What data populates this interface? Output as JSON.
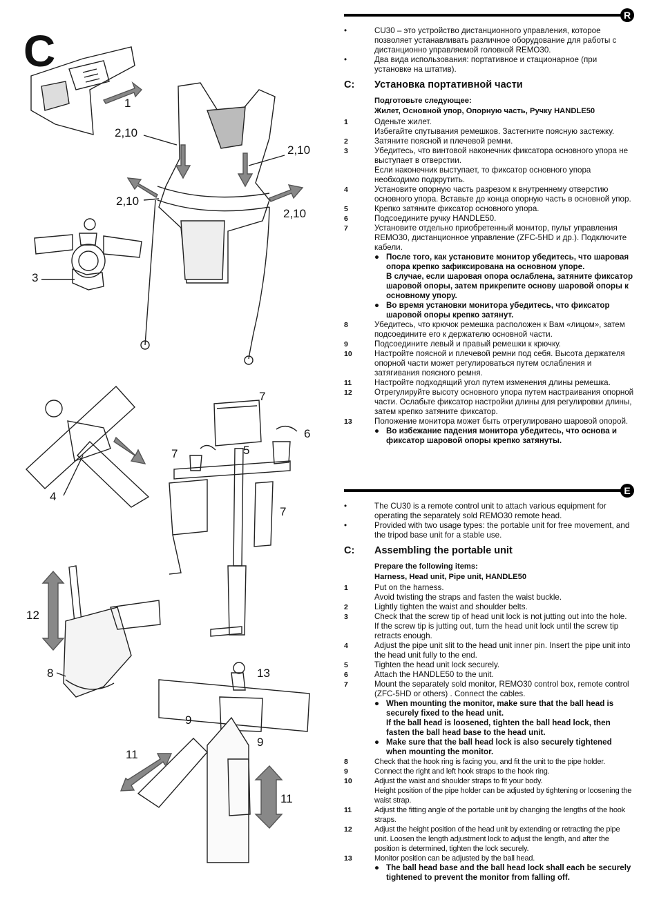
{
  "figure": {
    "letter": "C",
    "callouts": [
      "1",
      "2,10",
      "2,10",
      "2,10",
      "2,10",
      "3",
      "7",
      "6",
      "7",
      "5",
      "7",
      "4",
      "12",
      "8",
      "13",
      "9",
      "9",
      "11",
      "11"
    ]
  },
  "ru": {
    "badge": "R",
    "bullets": [
      "CU30 – это устройство дистанционного управления, которое позволяет устанавливать различное оборудование для работы с дистанционно управляемой головкой REMO30.",
      "Два вида использования: портативное и стационарное (при установке на штатив)."
    ],
    "section_label": "C:",
    "section_title": "Установка портативной части",
    "prep_title": "Подготовьте следующее:",
    "prep_items": "Жилет, Основной упор, Опорную часть, Ручку HANDLE50",
    "steps": [
      {
        "n": "1",
        "t": "Оденьте жилет.\nИзбегайте спутывания ремешков. Застегните поясную застежку."
      },
      {
        "n": "2",
        "t": "Затяните поясной и плечевой ремни."
      },
      {
        "n": "3",
        "t": "Убедитесь, что винтовой наконечник фиксатора основного упора не выступает в отверстии.\nЕсли наконечник выступает, то фиксатор основного упора необходимо подкрутить."
      },
      {
        "n": "4",
        "t": "Установите опорную часть разрезом к внутреннему отверстию основного упора. Вставьте до конца опорную часть в основной упор."
      },
      {
        "n": "5",
        "t": "Крепко затяните фиксатор основного упора."
      },
      {
        "n": "6",
        "t": "Подсоедините ручку HANDLE50."
      },
      {
        "n": "7",
        "t": "Установите отдельно приобретенный монитор, пульт управления REMO30, дистанционное управление (ZFC-5HD и др.). Подключите кабели."
      }
    ],
    "notes7": [
      "После того, как установите монитор убедитесь, что шаровая опора крепко зафиксирована на основном упоре.\nВ случае, если шаровая опора ослаблена, затяните фиксатор шаровой опоры, затем прикрепите основу шаровой опоры к основному упору.",
      "Во время установки монитора убедитесь, что фиксатор шаровой опоры крепко затянут."
    ],
    "steps2": [
      {
        "n": "8",
        "t": "Убедитесь, что крючок ремешка расположен к Вам «лицом», затем подсоедините его к держателю основной части."
      },
      {
        "n": "9",
        "t": "Подсоедините левый и правый ремешки к крючку."
      },
      {
        "n": "10",
        "t": "Настройте поясной и плечевой ремни под себя. Высота держателя опорной части может регулироваться путем ослабления и затягивания поясного ремня."
      },
      {
        "n": "11",
        "t": "Настройте подходящий угол путем изменения длины ремешка."
      },
      {
        "n": "12",
        "t": "Отрегулируйте высоту основного упора путем настраивания опорной части. Ослабьте фиксатор настройки длины для регулировки длины, затем крепко затяните фиксатор."
      },
      {
        "n": "13",
        "t": "Положение монитора может быть отрегулировано шаровой опорой."
      }
    ],
    "note13": "Во избежание падения монитора убедитесь, что основа и фиксатор шаровой опоры крепко затянуты."
  },
  "en": {
    "badge": "E",
    "bullets": [
      "The CU30 is a remote control unit to attach various equipment for operating the separately sold REMO30 remote head.",
      "Provided with two usage types: the portable unit for free movement, and the tripod base unit for a stable use."
    ],
    "section_label": "C:",
    "section_title": "Assembling the portable unit",
    "prep_title": "Prepare the following items:",
    "prep_items": "Harness, Head unit, Pipe unit, HANDLE50",
    "steps": [
      {
        "n": "1",
        "t": "Put on the harness.\nAvoid twisting the straps and fasten the waist buckle."
      },
      {
        "n": "2",
        "t": "Lightly tighten the waist and shoulder belts."
      },
      {
        "n": "3",
        "t": "Check that the screw tip of head unit lock is not jutting out into the hole.\nIf the screw tip is jutting out, turn the head unit lock until the screw tip retracts enough."
      },
      {
        "n": "4",
        "t": "Adjust the pipe unit slit to the head unit inner pin. Insert the pipe unit into the head unit fully to the end."
      },
      {
        "n": "5",
        "t": "Tighten the head unit lock securely."
      },
      {
        "n": "6",
        "t": "Attach the HANDLE50 to the unit."
      },
      {
        "n": "7",
        "t": "Mount the separately sold monitor, REMO30 control box, remote control (ZFC-5HD or others) . Connect the cables."
      }
    ],
    "notes7": [
      "When mounting the monitor, make sure that the ball head is securely fixed to the head unit.\nIf the ball head is loosened, tighten the ball head lock, then fasten the ball head base to the head unit.",
      "Make sure that the ball head lock is also securely tightened when mounting the monitor."
    ],
    "steps2": [
      {
        "n": "8",
        "t": "Check that the hook ring is facing you, and fit the unit to the pipe holder."
      },
      {
        "n": "9",
        "t": "Connect the right and left hook straps to the hook ring."
      },
      {
        "n": "10",
        "t": "Adjust the waist and shoulder straps to fit your body.\nHeight position of the pipe holder can be adjusted by tightening or loosening the waist strap."
      },
      {
        "n": "11",
        "t": "Adjust the fitting angle of the portable unit by changing the lengths of the hook straps."
      },
      {
        "n": "12",
        "t": "Adjust the height position of the head unit by extending or retracting the pipe unit. Loosen the length adjustment lock to adjust the length, and after the position is determined, tighten the lock securely."
      },
      {
        "n": "13",
        "t": "Monitor position can be adjusted by the ball head."
      }
    ],
    "note13": "The ball head base and the ball head lock shall each be securely tightened to prevent the monitor from falling off."
  }
}
